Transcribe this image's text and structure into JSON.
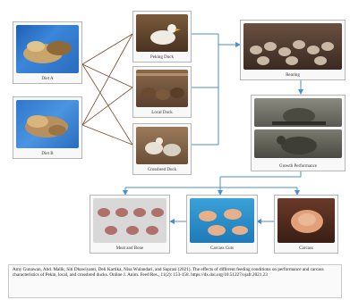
{
  "diets": [
    {
      "label": "Diet A",
      "color": "#2d74c7"
    },
    {
      "label": "Diet B",
      "color": "#3a7fd2"
    }
  ],
  "ducks": [
    {
      "label": "Peking Duck"
    },
    {
      "label": "Local Duck"
    },
    {
      "label": "Crossbred Duck"
    }
  ],
  "process": [
    {
      "label": "Rearing"
    },
    {
      "label": "Growth Performance"
    }
  ],
  "products": [
    {
      "label": "Meat and Bone"
    },
    {
      "label": "Carcass Cuts"
    },
    {
      "label": "Carcass"
    }
  ],
  "citation": {
    "text": "Amy Gunawan, Abd. Malik, Siti Dhawiyanti, Deli Kartika, Nisa Wulandari, and Suprasi (2021). The effects of different feeding conditions on performance and carcass characteristics of Pekin, local, and crossbred ducks. Online J. Anim. Feed Res., 11(2): 153-158. https://dx.doi.org/10.51227/ojafr.2021.23"
  }
}
